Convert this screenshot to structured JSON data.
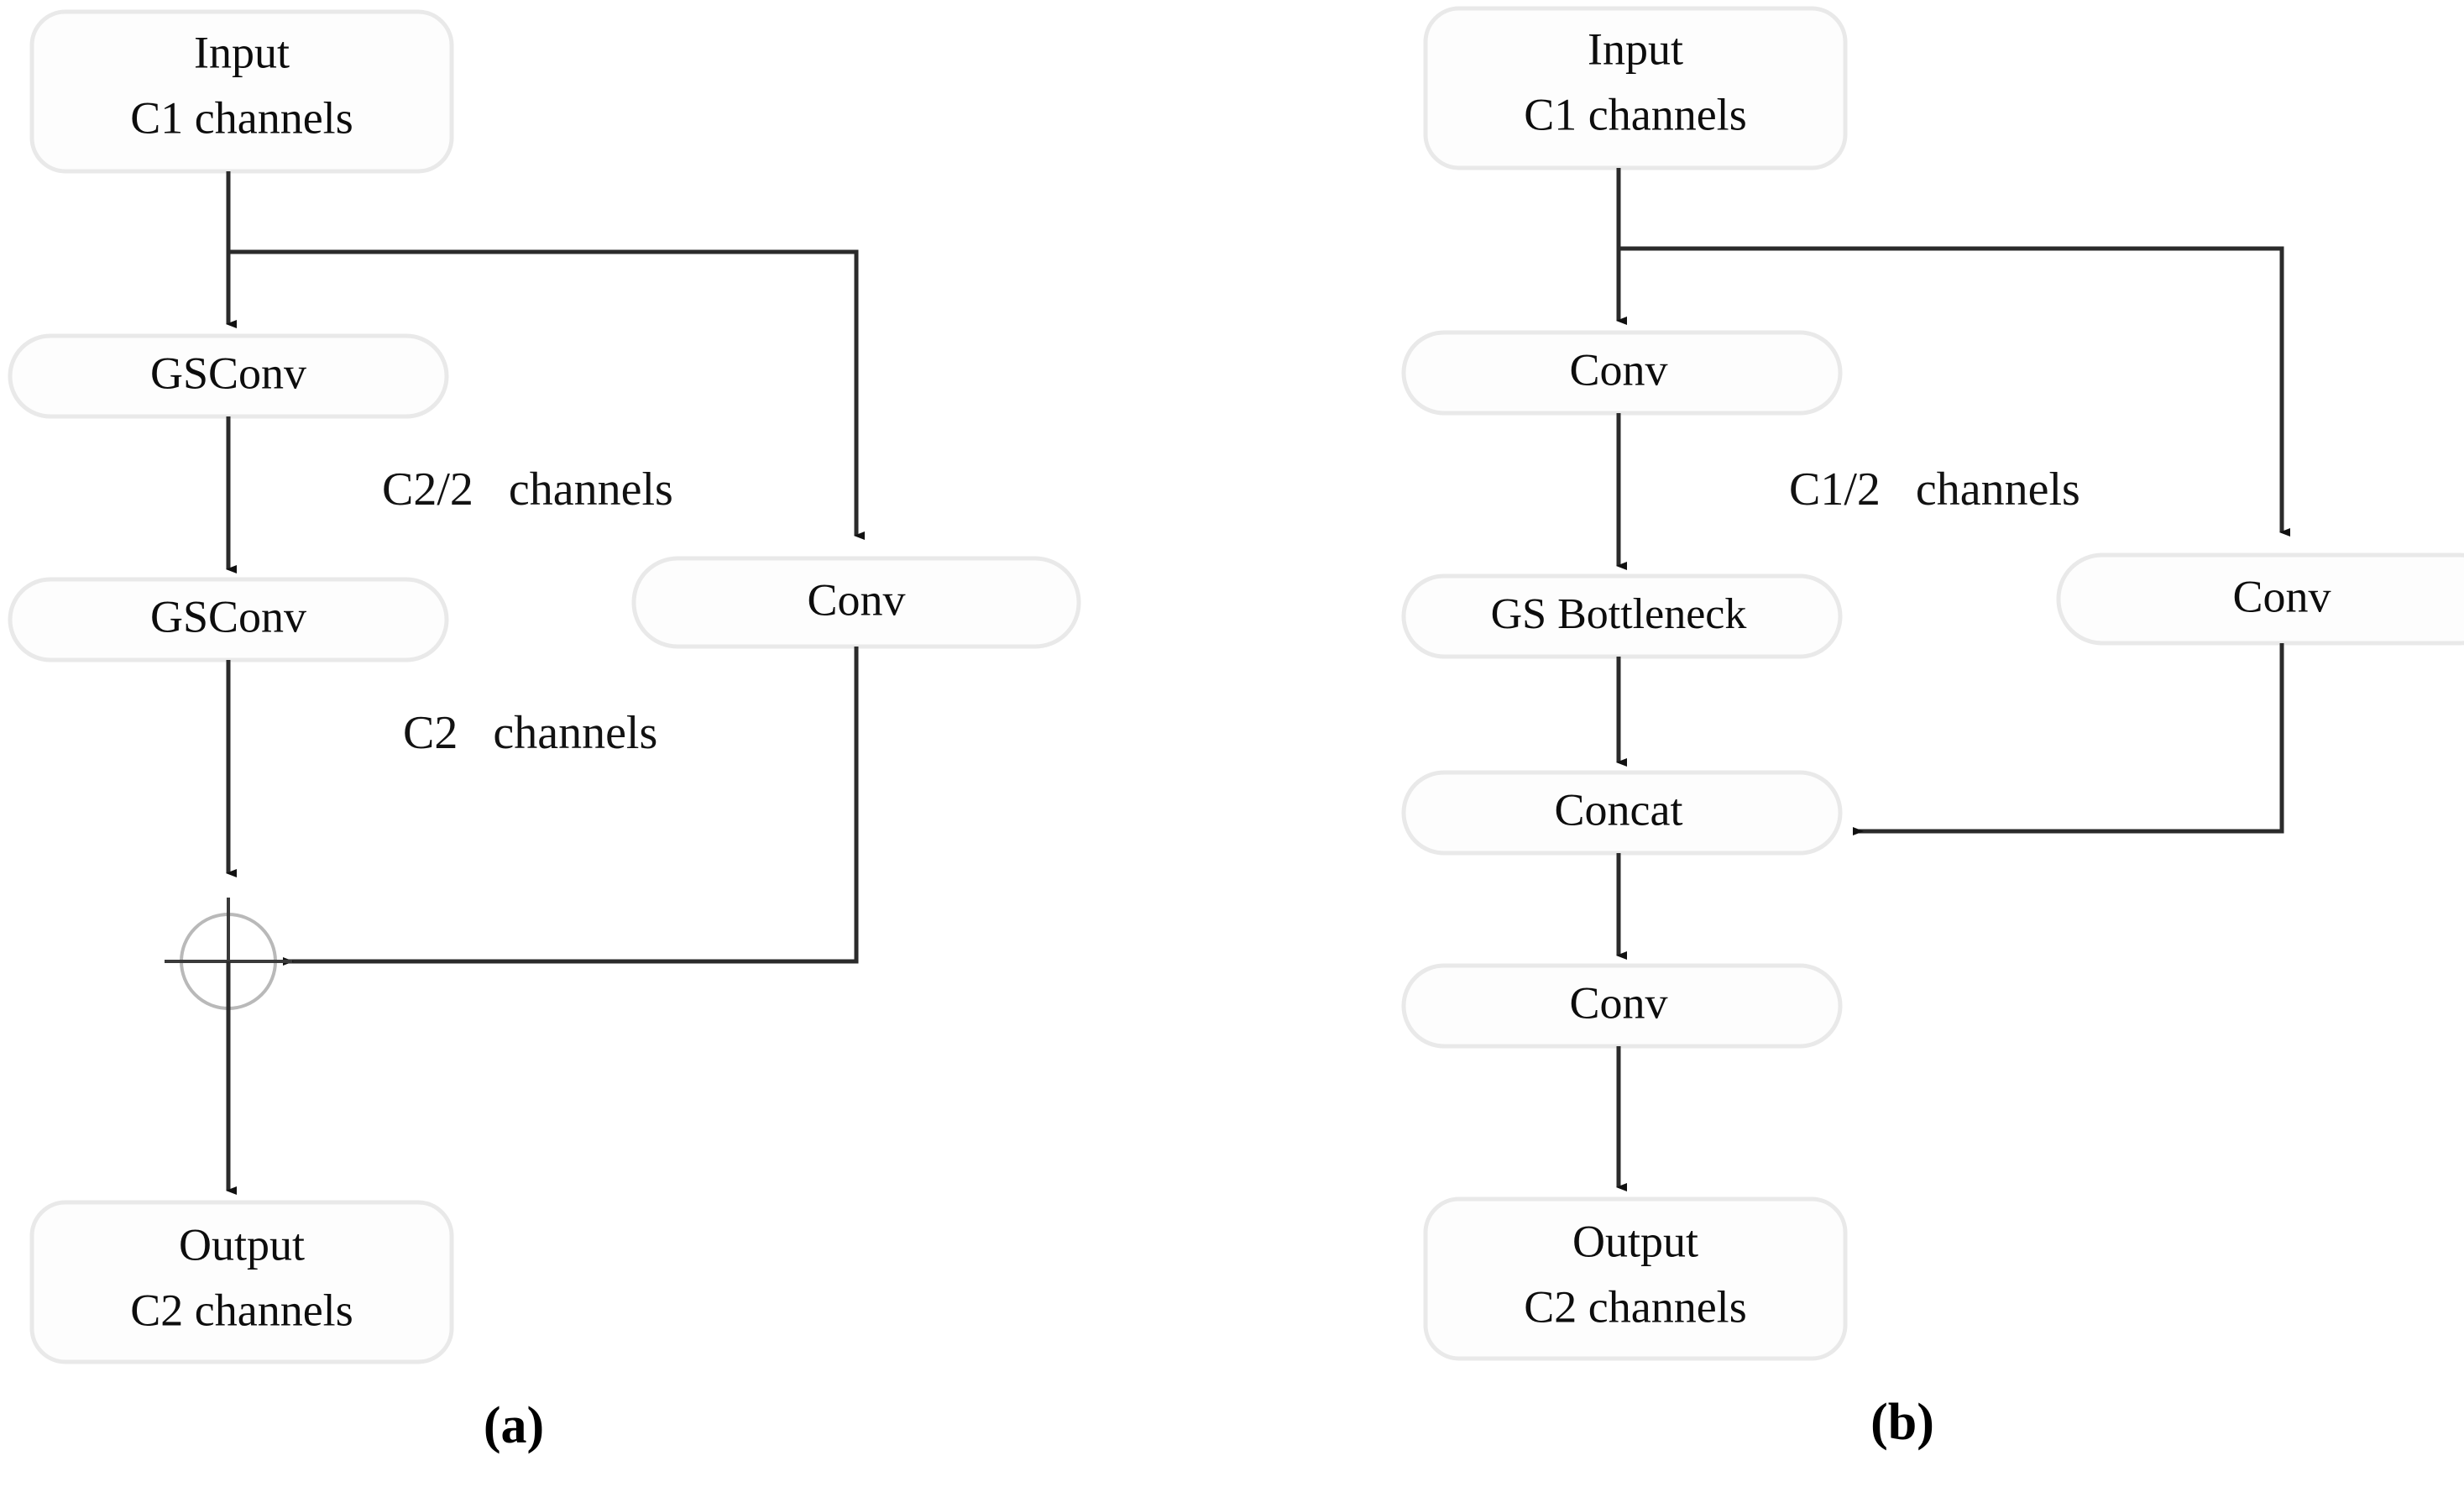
{
  "figure": {
    "background": "#ffffff",
    "box_fill": "#fdfdfd",
    "box_stroke": "#e9e9e9",
    "edge_color": "#2b2b2b",
    "circle_stroke": "#b9b9b9",
    "text_color": "#0d0d0d"
  },
  "panels": [
    {
      "id": "a",
      "caption": "(a)",
      "nodes": {
        "input": {
          "line1": "Input",
          "line2": "C1 channels"
        },
        "gsconv1": {
          "label": "GSConv"
        },
        "gsconv2": {
          "label": "GSConv"
        },
        "conv": {
          "label": "Conv"
        },
        "sum": {
          "label": "",
          "icon": "plus-circle"
        },
        "output": {
          "line1": "Output",
          "line2": "C2 channels"
        }
      },
      "edge_labels": [
        {
          "id": "label-c2-half",
          "text": "C2/2   channels"
        },
        {
          "id": "label-c2",
          "text": "C2   channels"
        }
      ]
    },
    {
      "id": "b",
      "caption": "(b)",
      "nodes": {
        "input": {
          "line1": "Input",
          "line2": "C1 channels"
        },
        "conv1": {
          "label": "Conv"
        },
        "gs_bottleneck": {
          "label": "GS Bottleneck"
        },
        "conv_branch": {
          "label": "Conv"
        },
        "concat": {
          "label": "Concat"
        },
        "conv2": {
          "label": "Conv"
        },
        "output": {
          "line1": "Output",
          "line2": "C2 channels"
        }
      },
      "edge_labels": [
        {
          "id": "label-c1-half",
          "text": "C1/2   channels"
        }
      ]
    }
  ],
  "chart_data": {
    "type": "diagram",
    "title": "",
    "subfigures": [
      {
        "id": "a",
        "caption": "(a)",
        "nodes": [
          "Input\nC1 channels",
          "GSConv",
          "GSConv",
          "Conv",
          "+",
          "Output\nC2 channels"
        ],
        "edges": [
          {
            "from": "Input\nC1 channels",
            "to": "GSConv",
            "label": ""
          },
          {
            "from": "Input\nC1 channels",
            "to": "Conv",
            "label": ""
          },
          {
            "from": "GSConv",
            "to": "GSConv",
            "label": "C2/2   channels"
          },
          {
            "from": "GSConv",
            "to": "+",
            "label": "C2   channels"
          },
          {
            "from": "Conv",
            "to": "+",
            "label": ""
          },
          {
            "from": "+",
            "to": "Output\nC2 channels",
            "label": ""
          }
        ]
      },
      {
        "id": "b",
        "caption": "(b)",
        "nodes": [
          "Input\nC1 channels",
          "Conv",
          "GS Bottleneck",
          "Conv",
          "Concat",
          "Conv",
          "Output\nC2 channels"
        ],
        "edges": [
          {
            "from": "Input\nC1 channels",
            "to": "Conv",
            "label": ""
          },
          {
            "from": "Input\nC1 channels",
            "to": "Conv (branch)",
            "label": ""
          },
          {
            "from": "Conv",
            "to": "GS Bottleneck",
            "label": "C1/2   channels"
          },
          {
            "from": "GS Bottleneck",
            "to": "Concat",
            "label": ""
          },
          {
            "from": "Conv (branch)",
            "to": "Concat",
            "label": ""
          },
          {
            "from": "Concat",
            "to": "Conv",
            "label": ""
          },
          {
            "from": "Conv",
            "to": "Output\nC2 channels",
            "label": ""
          }
        ]
      }
    ]
  }
}
